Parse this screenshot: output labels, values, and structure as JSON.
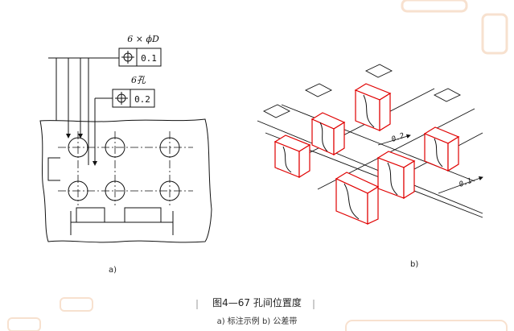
{
  "figure": {
    "title": "图4—67   孔间位置度",
    "subtitle": "a) 标注示例   b) 公差带"
  },
  "panel_a": {
    "label": "a)",
    "callout_top": {
      "text": "6 × ϕD",
      "tolerance": "0.1",
      "symbol": "position-icon"
    },
    "callout_mid": {
      "text": "6孔",
      "tolerance": "0.2",
      "symbol": "position-icon"
    }
  },
  "panel_b": {
    "label": "b)",
    "dim_small": "0.2",
    "dim_large": "0.1"
  },
  "colors": {
    "line": "#111111",
    "tolerance_box": "#e00000",
    "caption": "#222222",
    "watermark": "#f2c9a8"
  }
}
